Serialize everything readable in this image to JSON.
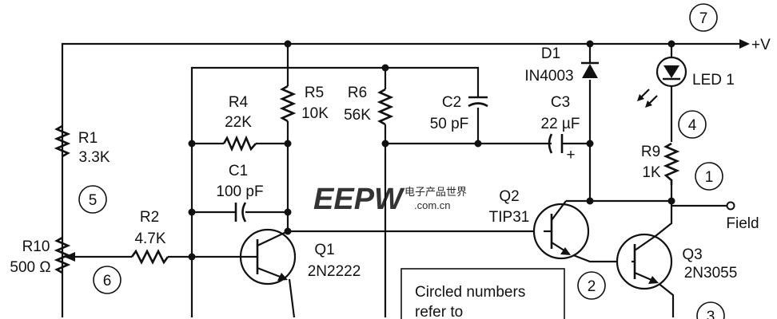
{
  "supply_label": "+V",
  "components": {
    "r1": {
      "name": "R1",
      "value": "3.3K"
    },
    "r2": {
      "name": "R2",
      "value": "4.7K"
    },
    "r4": {
      "name": "R4",
      "value": "22K"
    },
    "r5": {
      "name": "R5",
      "value": "10K"
    },
    "r6": {
      "name": "R6",
      "value": "56K"
    },
    "r9": {
      "name": "R9",
      "value": "1K"
    },
    "r10": {
      "name": "R10",
      "value": "500 Ω"
    },
    "c1": {
      "name": "C1",
      "value": "100 pF"
    },
    "c2": {
      "name": "C2",
      "value": "50 pF"
    },
    "c3": {
      "name": "C3",
      "value": "22 µF",
      "polarity": "+"
    },
    "d1": {
      "name": "D1",
      "value": "IN4003"
    },
    "led1": {
      "name": "LED 1"
    },
    "q1": {
      "name": "Q1",
      "value": "2N2222"
    },
    "q2": {
      "name": "Q2",
      "value": "TIP31"
    },
    "q3": {
      "name": "Q3",
      "value": "2N3055"
    }
  },
  "terminals": {
    "field": "Field"
  },
  "test_points": {
    "tp1": "1",
    "tp2": "2",
    "tp3": "3",
    "tp4": "4",
    "tp5": "5",
    "tp6": "6",
    "tp7": "7"
  },
  "note": {
    "line1": "Circled numbers",
    "line2": "refer to"
  },
  "watermark": {
    "main": "EEPW",
    "sub_cn": "电子产品世界",
    "sub_url": ".com.cn"
  }
}
